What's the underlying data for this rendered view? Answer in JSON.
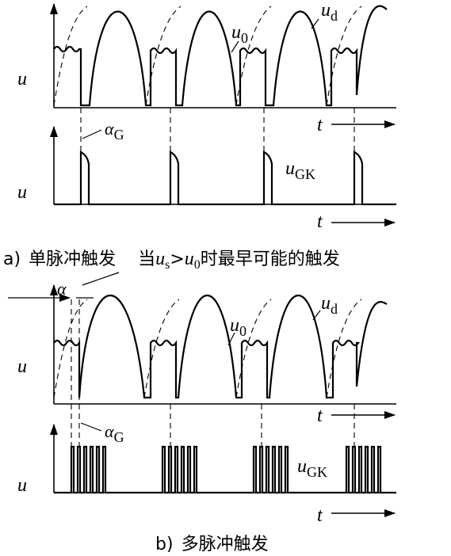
{
  "panel_a": {
    "caption_label": "a)",
    "caption_text": "单脉冲触发",
    "caption_note_prefix": "当",
    "caption_note_u": "u",
    "caption_note_s": "s",
    "caption_note_gt": ">",
    "caption_note_u0": "u",
    "caption_note_0": "0",
    "caption_note_suffix": "时最早可能的触发",
    "top_axis_label": "u",
    "bottom_axis_label": "u",
    "top_time_label": "t",
    "bottom_time_label": "t",
    "label_u0_main": "u",
    "label_u0_sub": "0",
    "label_ud_main": "u",
    "label_ud_sub": "d",
    "label_alphaG_main": "α",
    "label_alphaG_sub": "G",
    "label_ugk_main": "u",
    "label_ugk_sub": "GK"
  },
  "panel_b": {
    "caption_label": "b)",
    "caption_text": "多脉冲触发",
    "top_axis_label": "u",
    "bottom_axis_label": "u",
    "top_time_label": "t",
    "bottom_time_label": "t",
    "label_alpha": "α",
    "label_u0_main": "u",
    "label_u0_sub": "0",
    "label_ud_main": "u",
    "label_ud_sub": "d",
    "label_alphaG_main": "α",
    "label_alphaG_sub": "G",
    "label_ugk_main": "u",
    "label_ugk_sub": "GK"
  }
}
